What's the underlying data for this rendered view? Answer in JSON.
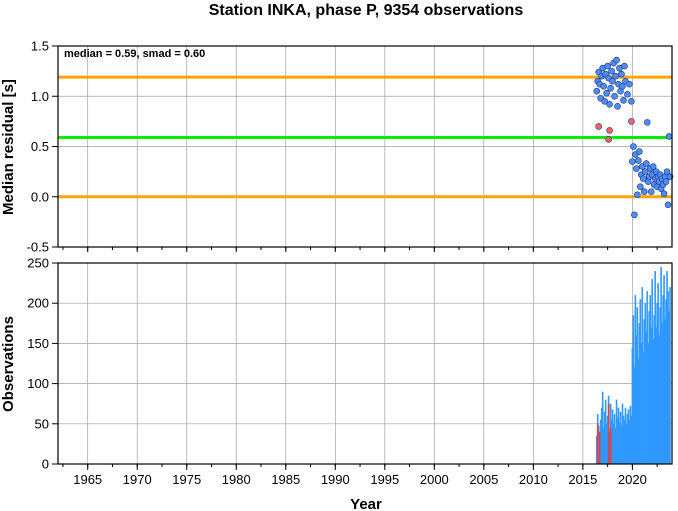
{
  "chart_data": [
    {
      "type": "scatter",
      "title": "Station INKA, phase P, 9354 observations",
      "ylabel": "Median residual [s]",
      "xlim": [
        1962,
        2024
      ],
      "ylim": [
        -0.5,
        1.5
      ],
      "grid": true,
      "y_ticks": [
        "1.5",
        "1.0",
        "0.5",
        "0.0",
        "-0.5"
      ],
      "annotation": "median = 0.59, smad = 0.60",
      "reference_lines": [
        {
          "y": 1.19,
          "color": "#ffa500"
        },
        {
          "y": 0.59,
          "color": "#00ee00"
        },
        {
          "y": 0.0,
          "color": "#ffa500"
        }
      ],
      "series": [
        {
          "color": "#4f8cf5",
          "points": [
            [
              2016.4,
              1.05
            ],
            [
              2016.5,
              1.15
            ],
            [
              2016.6,
              1.24
            ],
            [
              2016.7,
              1.12
            ],
            [
              2016.8,
              0.98
            ],
            [
              2016.9,
              1.2
            ],
            [
              2017.0,
              1.28
            ],
            [
              2017.1,
              1.1
            ],
            [
              2017.2,
              0.95
            ],
            [
              2017.3,
              1.22
            ],
            [
              2017.4,
              1.03
            ],
            [
              2017.5,
              1.3
            ],
            [
              2017.6,
              1.18
            ],
            [
              2017.7,
              0.92
            ],
            [
              2017.8,
              1.08
            ],
            [
              2017.9,
              1.25
            ],
            [
              2018.0,
              1.15
            ],
            [
              2018.1,
              1.33
            ],
            [
              2018.2,
              1.0
            ],
            [
              2018.3,
              1.2
            ],
            [
              2018.4,
              1.36
            ],
            [
              2018.5,
              0.9
            ],
            [
              2018.6,
              1.12
            ],
            [
              2018.7,
              1.28
            ],
            [
              2018.8,
              1.05
            ],
            [
              2018.9,
              1.22
            ],
            [
              2019.0,
              1.1
            ],
            [
              2019.1,
              0.96
            ],
            [
              2019.2,
              1.3
            ],
            [
              2019.3,
              1.15
            ],
            [
              2019.5,
              1.02
            ],
            [
              2019.7,
              1.12
            ],
            [
              2019.9,
              0.95
            ],
            [
              2020.0,
              0.35
            ],
            [
              2020.1,
              0.5
            ],
            [
              2020.2,
              -0.18
            ],
            [
              2020.3,
              0.42
            ],
            [
              2020.4,
              0.28
            ],
            [
              2020.5,
              0.02
            ],
            [
              2020.6,
              0.36
            ],
            [
              2020.7,
              0.45
            ],
            [
              2020.8,
              0.1
            ],
            [
              2020.9,
              0.22
            ],
            [
              2021.0,
              0.3
            ],
            [
              2021.1,
              0.18
            ],
            [
              2021.2,
              0.05
            ],
            [
              2021.3,
              0.25
            ],
            [
              2021.4,
              0.33
            ],
            [
              2021.5,
              0.74
            ],
            [
              2021.6,
              0.15
            ],
            [
              2021.7,
              0.2
            ],
            [
              2021.8,
              0.28
            ],
            [
              2021.9,
              0.05
            ],
            [
              2022.0,
              0.22
            ],
            [
              2022.1,
              0.3
            ],
            [
              2022.2,
              0.12
            ],
            [
              2022.3,
              0.18
            ],
            [
              2022.4,
              0.25
            ],
            [
              2022.5,
              0.1
            ],
            [
              2022.6,
              0.2
            ],
            [
              2022.7,
              0.15
            ],
            [
              2022.8,
              0.22
            ],
            [
              2022.9,
              0.08
            ],
            [
              2023.0,
              0.18
            ],
            [
              2023.1,
              0.12
            ],
            [
              2023.2,
              0.03
            ],
            [
              2023.3,
              0.2
            ],
            [
              2023.4,
              0.15
            ],
            [
              2023.5,
              0.25
            ],
            [
              2023.6,
              -0.08
            ],
            [
              2023.7,
              0.6
            ],
            [
              2023.8,
              0.2
            ]
          ]
        },
        {
          "color": "#ff6060",
          "points": [
            [
              2016.6,
              0.7
            ],
            [
              2017.6,
              0.57
            ],
            [
              2017.7,
              0.66
            ],
            [
              2019.9,
              0.75
            ]
          ]
        }
      ]
    },
    {
      "type": "bar",
      "ylabel": "Observations",
      "xlabel": "Year",
      "xlim": [
        1962,
        2024
      ],
      "ylim": [
        0,
        250
      ],
      "grid": true,
      "x_ticks": [
        "1965",
        "1970",
        "1975",
        "1980",
        "1985",
        "1990",
        "1995",
        "2000",
        "2005",
        "2010",
        "2015",
        "2020"
      ],
      "y_ticks": [
        "250",
        "200",
        "150",
        "100",
        "50",
        "0"
      ],
      "series": [
        {
          "color": "#2f99ff",
          "x": [
            2016.4,
            2016.5,
            2016.6,
            2016.7,
            2016.8,
            2016.9,
            2017.0,
            2017.1,
            2017.2,
            2017.3,
            2017.4,
            2017.5,
            2017.6,
            2017.7,
            2017.8,
            2017.9,
            2018.0,
            2018.1,
            2018.2,
            2018.3,
            2018.4,
            2018.5,
            2018.6,
            2018.7,
            2018.8,
            2018.9,
            2019.0,
            2019.1,
            2019.2,
            2019.3,
            2019.4,
            2019.5,
            2019.6,
            2019.7,
            2019.8,
            2019.9,
            2020.0,
            2020.1,
            2020.2,
            2020.3,
            2020.4,
            2020.5,
            2020.6,
            2020.7,
            2020.8,
            2020.9,
            2021.0,
            2021.1,
            2021.2,
            2021.3,
            2021.4,
            2021.5,
            2021.6,
            2021.7,
            2021.8,
            2021.9,
            2022.0,
            2022.1,
            2022.2,
            2022.3,
            2022.4,
            2022.5,
            2022.6,
            2022.7,
            2022.8,
            2022.9,
            2023.0,
            2023.1,
            2023.2,
            2023.3,
            2023.4,
            2023.5,
            2023.6,
            2023.7,
            2023.8
          ],
          "values": [
            35,
            62,
            48,
            40,
            55,
            70,
            90,
            45,
            65,
            80,
            50,
            60,
            85,
            40,
            75,
            55,
            68,
            50,
            62,
            45,
            80,
            58,
            70,
            52,
            65,
            48,
            75,
            60,
            55,
            70,
            50,
            62,
            68,
            55,
            72,
            60,
            145,
            185,
            120,
            210,
            160,
            195,
            130,
            175,
            205,
            150,
            220,
            140,
            180,
            200,
            165,
            215,
            150,
            190,
            210,
            170,
            230,
            155,
            185,
            240,
            170,
            200,
            225,
            160,
            195,
            245,
            175,
            210,
            235,
            180,
            205,
            240,
            215,
            190,
            220
          ]
        },
        {
          "color": "#e04040",
          "x": [
            2016.5,
            2016.7,
            2017.6,
            2017.8
          ],
          "values": [
            50,
            40,
            75,
            45
          ]
        }
      ]
    }
  ]
}
